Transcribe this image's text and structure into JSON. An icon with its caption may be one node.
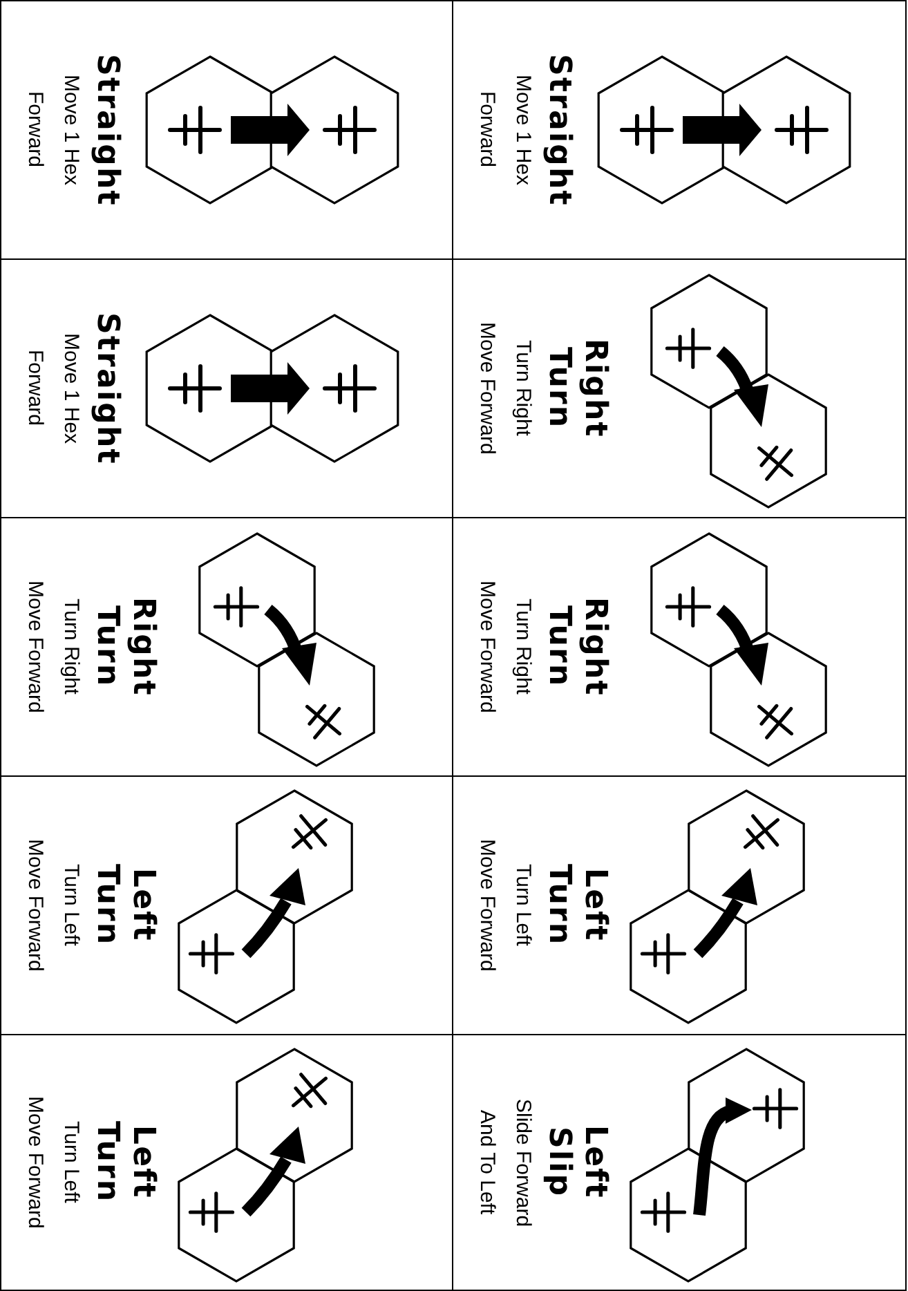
{
  "diagram": {
    "nodes": [
      {
        "text": [
          "Straight",
          "Move 1 Hex Forward"
        ]
      },
      {
        "text": [
          "Straight",
          "Move 1 Hex Forward"
        ]
      },
      {
        "text": [
          "Straight",
          "Move 1 Hex Forward"
        ]
      },
      {
        "text": [
          "Right Turn",
          "Turn Right Move Forward"
        ]
      },
      {
        "text": [
          "Right Turn",
          "Turn Right Move Forward"
        ]
      },
      {
        "text": [
          "Right Turn",
          "Turn Right Move Forward"
        ]
      },
      {
        "text": [
          "Left Turn",
          "Turn Left Move Forward"
        ]
      },
      {
        "text": [
          "Left Turn",
          "Turn Left Move Forward"
        ]
      },
      {
        "text": [
          "Left Turn",
          "Turn Left Move Forward"
        ]
      },
      {
        "text": [
          "Left Slip",
          "Slide Forward And To Left"
        ]
      }
    ]
  }
}
